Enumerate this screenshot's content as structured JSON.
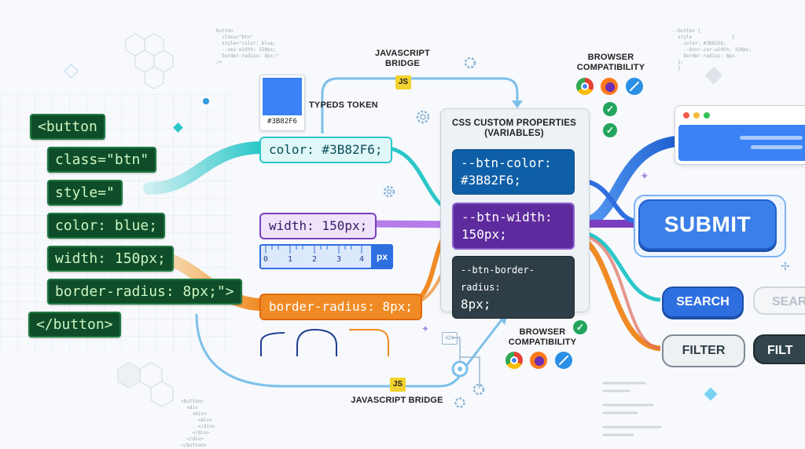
{
  "left_code": {
    "line1": "<button",
    "line2": "class=\"btn\"",
    "line3": "style=\"",
    "line4": "color: blue;",
    "line5": "width: 150px;",
    "line6": "border-radius: 8px;\">",
    "line7": "</button>"
  },
  "token": {
    "label": "TYPEDS TOKEN",
    "hex": "#3B82F6",
    "color": "#3B82F6"
  },
  "props": {
    "color": "color: #3B82F6;",
    "width": "width: 150px;",
    "radius": "border-radius: 8px;"
  },
  "ruler": {
    "ticks": [
      "0",
      "1",
      "2",
      "3",
      "4"
    ],
    "unit": "px"
  },
  "js_bridge_top": {
    "label_line1": "JAVASCRIPT",
    "label_line2": "BRIDGE",
    "badge": "JS"
  },
  "js_bridge_bottom": {
    "label": "JAVASCRIPT BRIDGE",
    "badge": "JS"
  },
  "css_vars": {
    "title_line1": "CSS CUSTOM PROPERTIES",
    "title_line2": "(VARIABLES)",
    "var1_line1": "--btn-color:",
    "var1_line2": "#3B82F6;",
    "var2_line1": "--btn-width:",
    "var2_line2": "150px;",
    "var3_line1": "--btn-border-radius:",
    "var3_line2": "8px;"
  },
  "compat_top": {
    "line1": "BROWSER",
    "line2": "COMPATIBILITY"
  },
  "compat_bottom": {
    "line1": "BROWSER",
    "line2": "COMPATIBILITY"
  },
  "buttons": {
    "submit": "SUBMIT",
    "search": "SEARCH",
    "search_ghost": "SEAR",
    "filter": "FILTER",
    "filter_dark": "FILT"
  },
  "faint_code": {
    "top_left": "button\n  class=\"btn\"\n  style=\"color: blue;\n  --ses width: 150px;\n  border-radius: 8px;\"\n/>",
    "top_right": "--button {\n  style              {\n    color: #3B8256;\n    --btnr-car-width: 150px;\n    border-radius: 8px\n  };\n  }",
    "bottom_left": "<button>\n  <div\n    <div>\n      <div>\n      </div>\n    </div>\n  </div>\n</button>"
  },
  "colors": {
    "teal": "#2cc7c9",
    "purple": "#7b3fbf",
    "orange": "#f08a24",
    "blue": "#2e6fe0",
    "dark_var": "#2f3e46"
  }
}
